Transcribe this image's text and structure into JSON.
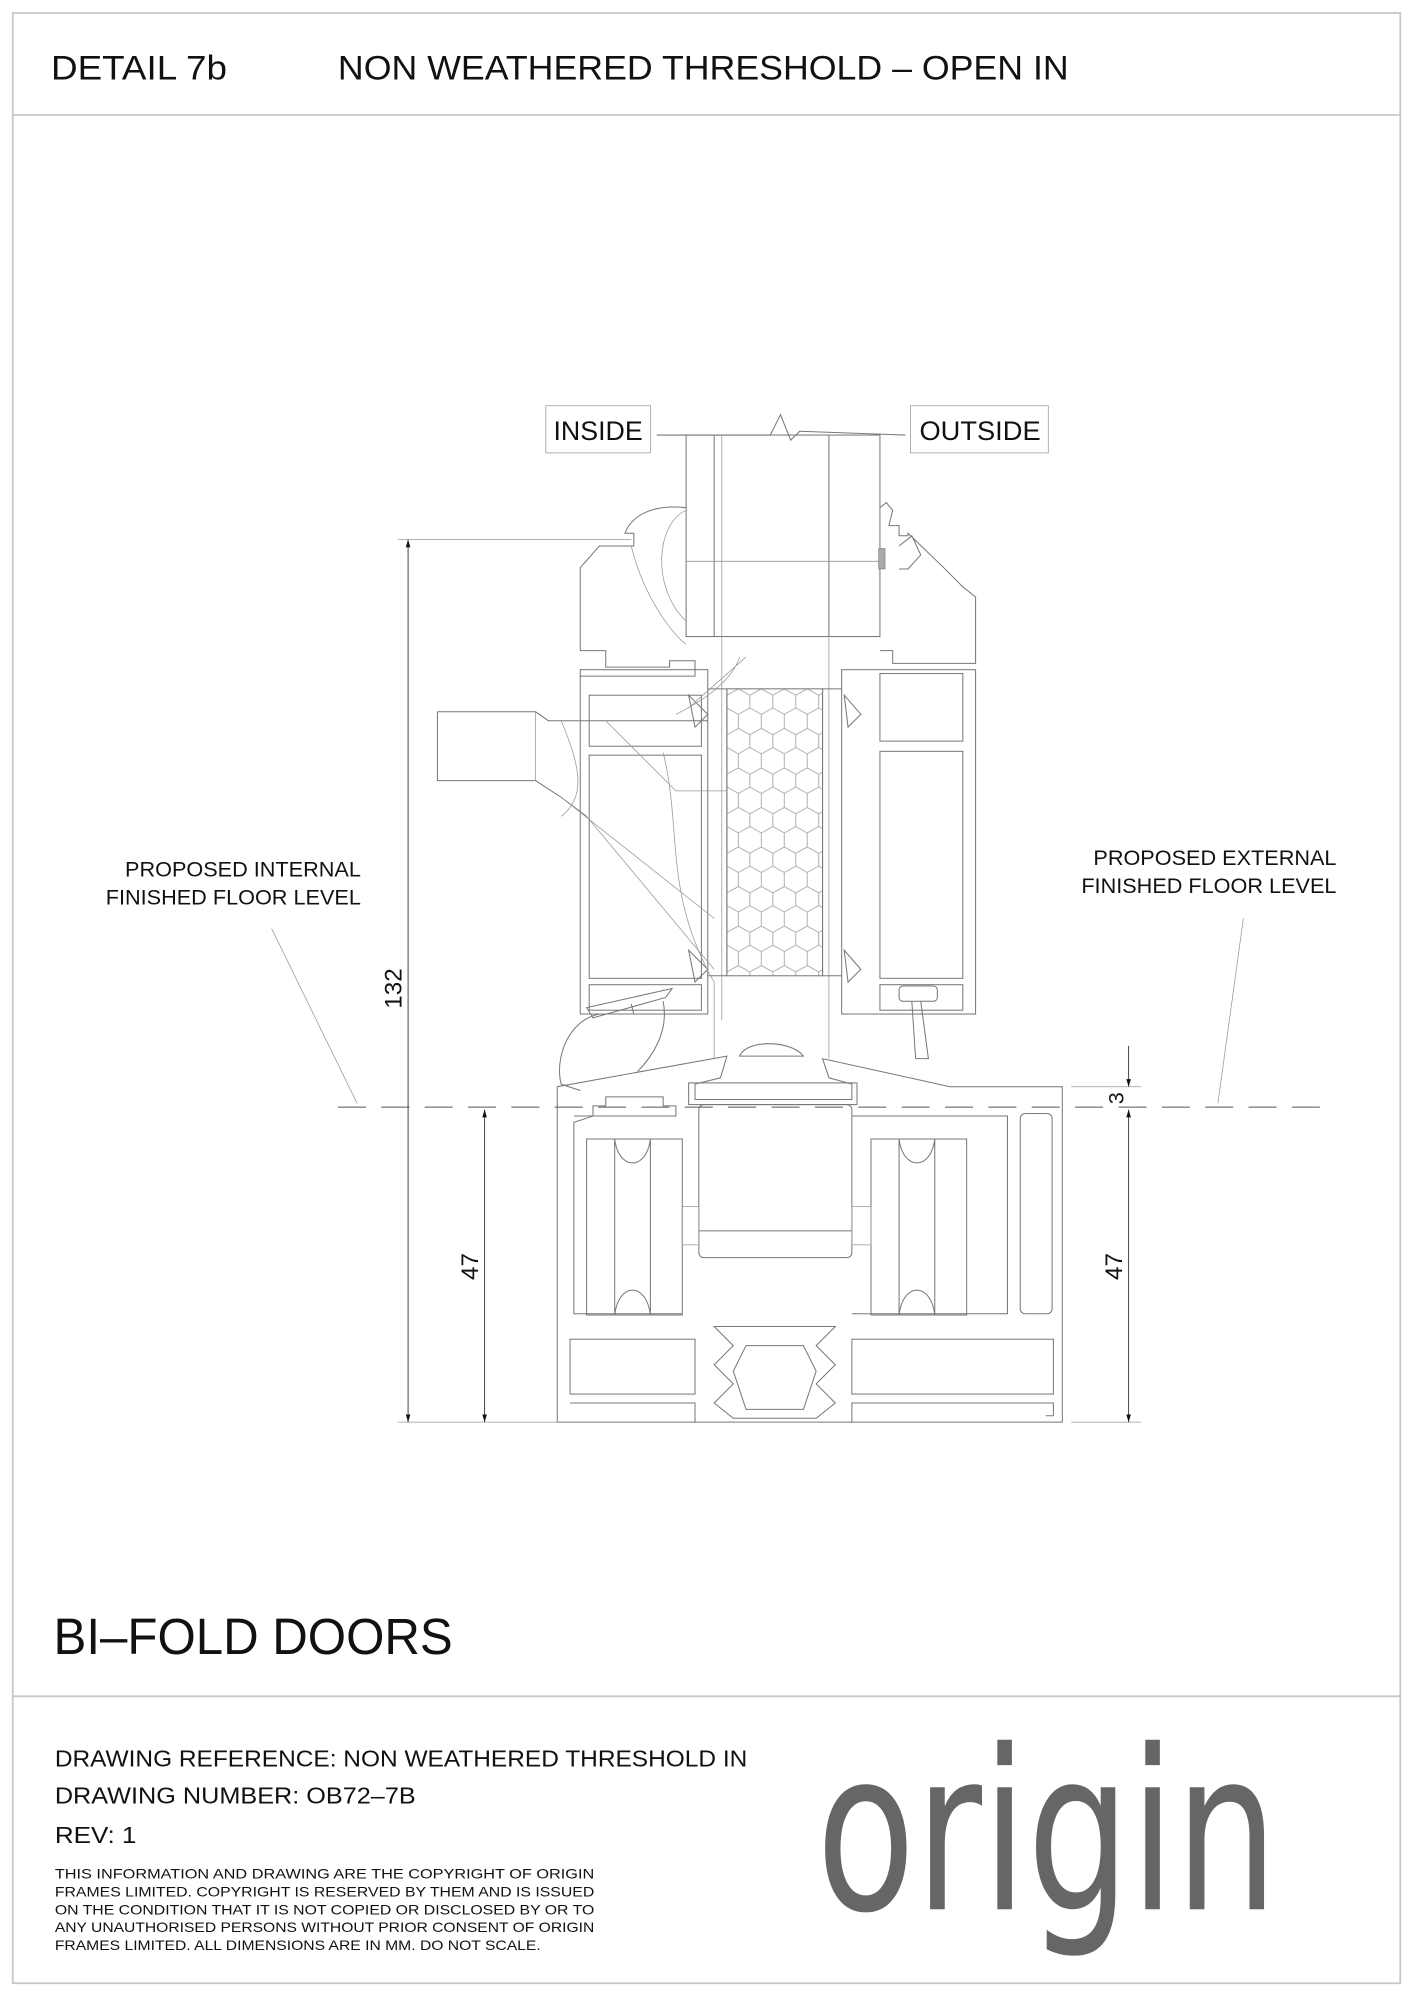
{
  "header": {
    "detail": "DETAIL 7b",
    "title": "NON WEATHERED THRESHOLD – OPEN IN"
  },
  "drawing": {
    "inside_label": "INSIDE",
    "outside_label": "OUTSIDE",
    "internal_floor_label": [
      "PROPOSED INTERNAL",
      "FINISHED FLOOR LEVEL"
    ],
    "external_floor_label": [
      "PROPOSED EXTERNAL",
      "FINISHED FLOOR LEVEL"
    ],
    "dimensions": {
      "overall_height": "132",
      "internal_below_floor": "47",
      "external_below_floor": "47",
      "upstand": "3"
    }
  },
  "product": "BI–FOLD DOORS",
  "footer": {
    "reference": "DRAWING REFERENCE: NON WEATHERED THRESHOLD IN",
    "number": "DRAWING NUMBER: OB72–7B",
    "rev": "REV: 1",
    "copyright": [
      "THIS INFORMATION AND DRAWING ARE THE COPYRIGHT OF ORIGIN",
      "FRAMES LIMITED. COPYRIGHT IS RESERVED BY THEM AND IS ISSUED",
      "ON THE CONDITION THAT IT IS NOT COPIED OR DISCLOSED BY OR TO",
      "ANY UNAUTHORISED PERSONS WITHOUT PRIOR CONSENT OF ORIGIN",
      "FRAMES LIMITED. ALL DIMENSIONS ARE IN MM. DO NOT SCALE."
    ],
    "logo": "origin",
    "logo_color": "#666666"
  }
}
